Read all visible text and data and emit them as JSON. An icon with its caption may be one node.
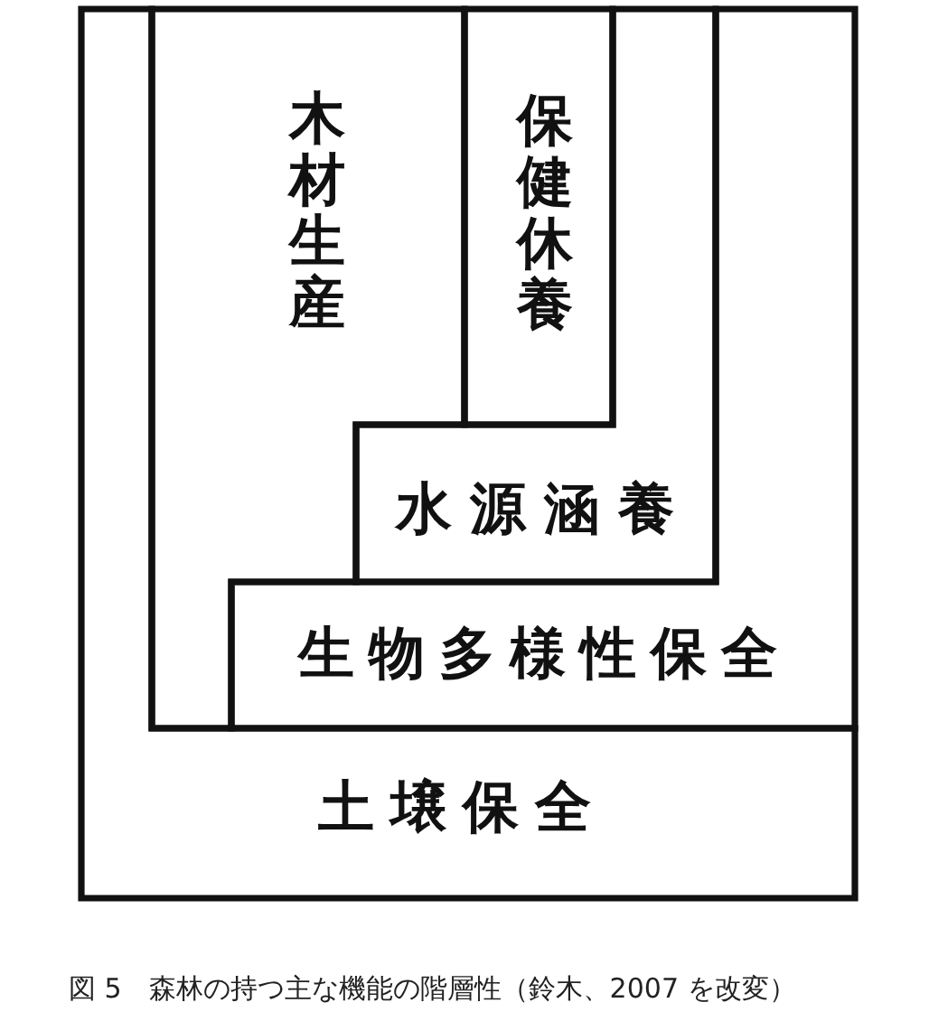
{
  "diagram": {
    "caption": "図 5　森林の持つ主な機能の階層性（鈴木、2007 を改変）",
    "nodes": [
      {
        "text": [
          "木材生産"
        ]
      },
      {
        "text": [
          "保健休養"
        ]
      },
      {
        "text": [
          "水源涵養"
        ]
      },
      {
        "text": [
          "生物多様性保全"
        ]
      },
      {
        "text": [
          "土壌保全"
        ]
      }
    ]
  }
}
